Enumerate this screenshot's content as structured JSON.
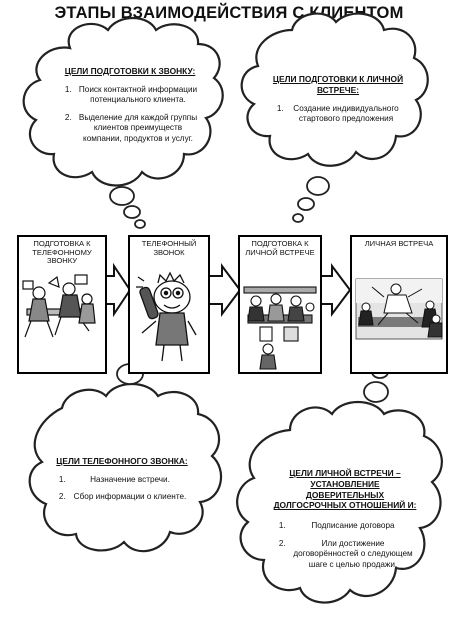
{
  "title": "ЭТАПЫ ВЗАИМОДЕЙСТВИЯ С КЛИЕНТОМ",
  "clouds": {
    "top_left": {
      "heading": "ЦЕЛИ ПОДГОТОВКИ К ЗВОНКУ:",
      "items": [
        "Поиск контактной информации потенциального клиента.",
        "Выделение для каждой группы клиентов преимуществ компании, продуктов и услуг."
      ]
    },
    "top_right": {
      "heading": "ЦЕЛИ ПОДГОТОВКИ К ЛИЧНОЙ ВСТРЕЧЕ:",
      "items": [
        "Создание индивидуального стартового предложения"
      ]
    },
    "bottom_left": {
      "heading": "ЦЕЛИ ТЕЛЕФОННОГО ЗВОНКА:",
      "items": [
        "Назначение встречи.",
        "Сбор информации о клиенте."
      ]
    },
    "bottom_right": {
      "heading": "ЦЕЛИ ЛИЧНОЙ ВСТРЕЧИ – УСТАНОВЛЕНИЕ ДОВЕРИТЕЛЬНЫХ ДОЛГОСРОЧНЫХ ОТНОШЕНИЙ И:",
      "items": [
        "Подписание договора",
        "Или достижение договорённостей о следующем шаге с целью продажи."
      ]
    }
  },
  "stages": [
    {
      "label": "ПОДГОТОВКА К ТЕЛЕФОННОМУ ЗВОНКУ",
      "image": "office-chaos-illustration"
    },
    {
      "label": "ТЕЛЕФОННЫЙ ЗВОНОК",
      "image": "cartoon-phone-caller-illustration"
    },
    {
      "label": "ПОДГОТОВКА К ЛИЧНОЙ ВСТРЕЧЕ",
      "image": "office-team-meeting-illustration"
    },
    {
      "label": "ЛИЧНАЯ ВСТРЕЧА",
      "image": "business-meeting-photo"
    }
  ]
}
